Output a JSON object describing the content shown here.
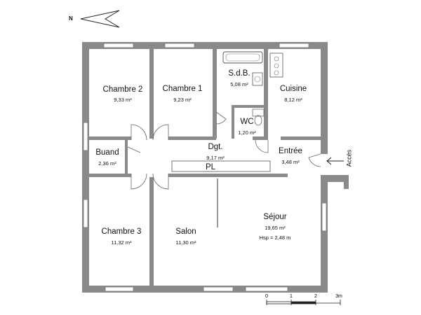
{
  "north": "N",
  "access": "Accès",
  "pl": "PL",
  "rooms": {
    "chambre2": {
      "name": "Chambre 2",
      "area": "9,33 m²"
    },
    "chambre1": {
      "name": "Chambre 1",
      "area": "9,23 m²"
    },
    "sdb": {
      "name": "S.d.B.",
      "area": "5,08 m²"
    },
    "cuisine": {
      "name": "Cuisine",
      "area": "8,12 m²"
    },
    "wc": {
      "name": "WC",
      "area": "1,20 m²"
    },
    "buanderie": {
      "name": "Buand",
      "area": "2,36 m²"
    },
    "dgt": {
      "name": "Dgt.",
      "area": "9,17 m²"
    },
    "entree": {
      "name": "Entrée",
      "area": "3,48 m²"
    },
    "chambre3": {
      "name": "Chambre 3",
      "area": "11,32 m²"
    },
    "salon": {
      "name": "Salon",
      "area": "11,30 m²"
    },
    "sejour": {
      "name": "Séjour",
      "area": "19,65 m²",
      "note": "Hsp = 2,48 m"
    }
  },
  "scale": {
    "ticks": [
      "0",
      "1",
      "2",
      "3m"
    ]
  }
}
